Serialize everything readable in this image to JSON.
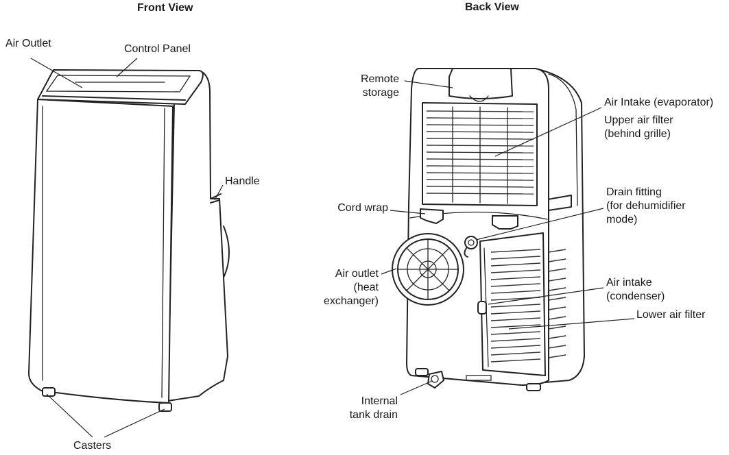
{
  "front": {
    "title": "Front View",
    "labels": {
      "air_outlet": "Air Outlet",
      "control_panel": "Control Panel",
      "handle": "Handle",
      "casters": "Casters"
    }
  },
  "back": {
    "title": "Back View",
    "labels": {
      "remote_storage": "Remote\nstorage",
      "air_intake_evaporator": "Air Intake (evaporator)",
      "upper_air_filter": "Upper air filter\n(behind grille)",
      "cord_wrap": "Cord wrap",
      "drain_fitting": "Drain fitting\n(for dehumidifier\nmode)",
      "air_outlet_heat_exchanger": "Air outlet\n(heat\nexchanger)",
      "air_intake_condenser": "Air intake\n(condenser)",
      "lower_air_filter": "Lower air filter",
      "internal_tank_drain": "Internal\ntank drain"
    }
  }
}
